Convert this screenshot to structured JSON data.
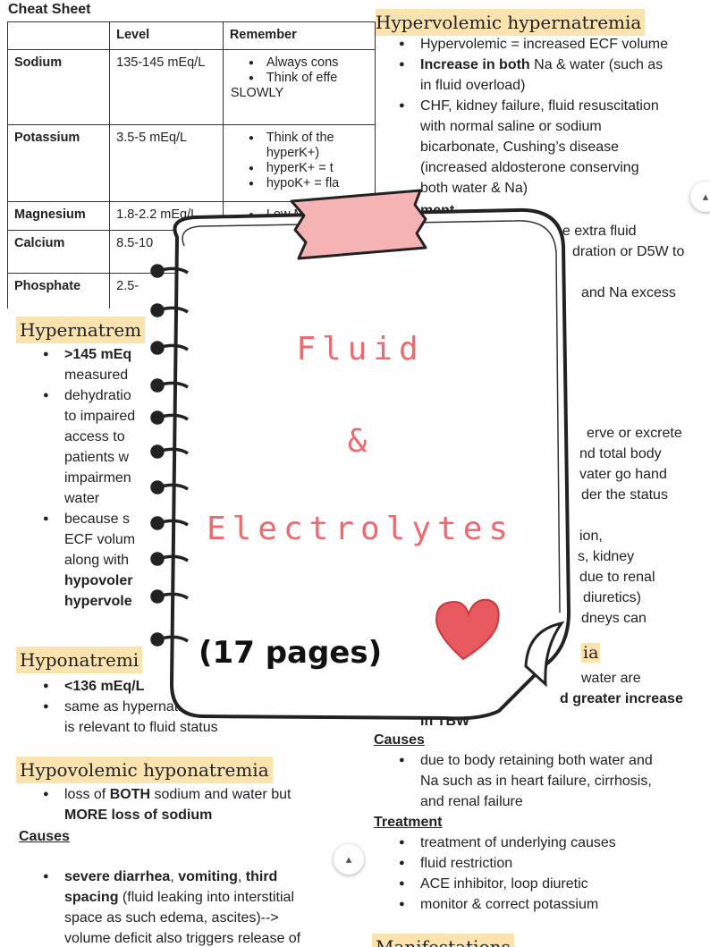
{
  "cheat": {
    "title": "Cheat Sheet",
    "headers": [
      "",
      "Level",
      "Remember"
    ],
    "rows": [
      {
        "name": "Sodium",
        "level": "135-145 mEq/L",
        "notes": [
          "Always cons",
          "Think of effe",
          "SLOWLY"
        ]
      },
      {
        "name": "Potassium",
        "level": "3.5-5 mEq/L",
        "notes": [
          "Think of the",
          "hyperK+)",
          "hyperK+ = t",
          "hypoK+ = fla"
        ]
      },
      {
        "name": "Magnesium",
        "level": "1.8-2.2 mEq/L",
        "notes": [
          "Low Mg c"
        ]
      },
      {
        "name": "Calcium",
        "level": "8.5-10",
        "notes": []
      },
      {
        "name": "Phosphate",
        "level": "2.5-",
        "notes": []
      }
    ]
  },
  "left": {
    "hypernatremia_title": "Hypernatrem",
    "b1_bold": ">145 mEq",
    "b1_rest": "measured",
    "b2_lines": [
      "dehydratio",
      "to impaired",
      "access to",
      "patients w",
      "impairmen",
      "water"
    ],
    "b3_lines": [
      "because s",
      "ECF volum",
      "along with"
    ],
    "b3_bold": [
      "hypovoler",
      "hypervole"
    ],
    "hyponatremia_title": "Hyponatremi",
    "h1_bold": "<136 mEq/L",
    "h2_a": "same as hypernatremia, hyp",
    "h2_b": "is relevant to fluid status",
    "hypovolemic_title": "Hypovolemic hyponatremia",
    "hv_1": "loss of ",
    "hv_both": "BOTH",
    "hv_2": " sodium and water but",
    "hv_more": "MORE loss of sodium",
    "causes_label": "Causes",
    "c_b1": "severe diarrhea",
    "c_sep1": ", ",
    "c_b2": "vomiting",
    "c_sep2": ", ",
    "c_b3": "third",
    "c_b4": "spacing",
    "c_r1": " (fluid leaking into interstitial",
    "c_r2": "space as such edema, ascites)-->",
    "c_r3": "volume deficit also triggers release of"
  },
  "right": {
    "title": "Hypervolemic hypernatremia",
    "r1": "Hypervolemic = increased ECF volume",
    "r2_bold": "Increase in both",
    "r2_rest": " Na & water (such as",
    "r2_b": "in fluid overload)",
    "r3_lines": [
      "CHF, kidney failure, fluid resuscitation",
      "with normal saline or sodium",
      "bicarbonate, Cushing’s disease",
      "(increased aldosterone conserving",
      "both water & Na)"
    ],
    "treatment_partial": "ment",
    "t1": "tic: to pee out the extra fluid",
    "t2": "dration or D5W to",
    "t3": "and Na excess",
    "m1": "erve or excrete",
    "m2": "nd total body",
    "m3": "vater go hand",
    "m4": "der the status",
    "m5": "ion,",
    "m6": "s, kidney",
    "m7": "due to renal",
    "m8": "diuretics)",
    "m9": "dneys can",
    "m10": "ia",
    "m11": "water are",
    "m12_bold": "d greater increase",
    "m13_bold": "in TBW",
    "causes_label": "Causes",
    "cz_lines": [
      "due to body retaining both water and",
      "Na such as in heart failure, cirrhosis,",
      "and renal failure"
    ],
    "treatment_label": "Treatment",
    "tr": [
      "treatment of underlying causes",
      "fluid restriction",
      "ACE inhibitor, loop diuretic",
      "monitor & correct potassium"
    ],
    "manifestations_partial": "Manifestations"
  },
  "cover": {
    "line1": "Fluid",
    "line2": "&",
    "line3": "Electrolytes",
    "pages": "(17 pages)"
  },
  "colors": {
    "accent": "#ee6a6f",
    "highlight": "#fbe3b0",
    "tape": "#f6b3b3",
    "heart": "#e8595f"
  },
  "icons": {
    "scroll": "up-down-chevron-icon",
    "heart": "heart-icon",
    "spiral": "spiral-binding-icon"
  }
}
